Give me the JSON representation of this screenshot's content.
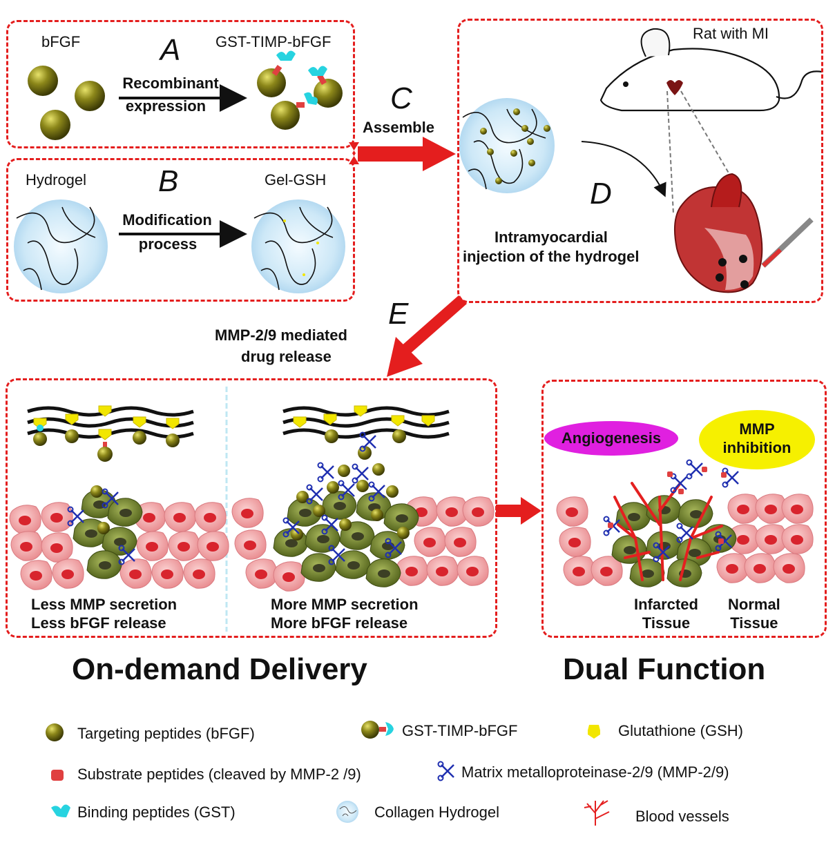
{
  "panels": {
    "A": {
      "letter": "A",
      "left_label": "bFGF",
      "right_label": "GST-TIMP-bFGF",
      "arrow_label": [
        "Recombinant",
        "expression"
      ]
    },
    "B": {
      "letter": "B",
      "left_label": "Hydrogel",
      "right_label": "Gel-GSH",
      "arrow_label": [
        "Modification",
        "process"
      ]
    },
    "C": {
      "letter": "C",
      "arrow_label": "Assemble"
    },
    "D": {
      "letter": "D",
      "title": "Rat with MI",
      "caption": [
        "Intramyocardial",
        "injection of the hydrogel"
      ]
    },
    "E": {
      "letter": "E",
      "arrow_label": [
        "MMP-2/9 mediated",
        "drug release"
      ]
    }
  },
  "bottom_left": {
    "left_caption": [
      "Less MMP secretion",
      "Less bFGF release"
    ],
    "right_caption": [
      "More MMP secretion",
      "More bFGF release"
    ],
    "heading": "On-demand Delivery"
  },
  "bottom_right": {
    "bubble_angiogenesis": "Angiogenesis",
    "bubble_mmp": [
      "MMP",
      "inhibition"
    ],
    "infarcted": [
      "Infarcted",
      "Tissue"
    ],
    "normal": [
      "Normal",
      "Tissue"
    ],
    "heading": "Dual Function"
  },
  "legend": [
    {
      "icon": "bfgf-sphere-icon",
      "text": "Targeting peptides (bFGF)"
    },
    {
      "icon": "gst-timp-bfgf-icon",
      "text": "GST-TIMP-bFGF"
    },
    {
      "icon": "glutathione-icon",
      "text": "Glutathione (GSH)"
    },
    {
      "icon": "substrate-peptide-icon",
      "text": "Substrate peptides (cleaved by MMP-2 /9)"
    },
    {
      "icon": "scissors-icon",
      "text": "Matrix metalloproteinase-2/9 (MMP-2/9)"
    },
    {
      "icon": "binding-peptide-icon",
      "text": "Binding peptides (GST)"
    },
    {
      "icon": "hydrogel-icon",
      "text": "Collagen Hydrogel"
    },
    {
      "icon": "blood-vessel-icon",
      "text": "Blood vessels"
    }
  ],
  "colors": {
    "dash_red": "#e41e1e",
    "sphere_olive": "#7d7a10",
    "cyan": "#27d3e0",
    "gsh_yellow": "#f2e600",
    "magenta": "#e020e0",
    "yellow_bubble": "#f6f000",
    "cell_pink": "#f2a7a7",
    "cell_green": "#7a8a32"
  }
}
